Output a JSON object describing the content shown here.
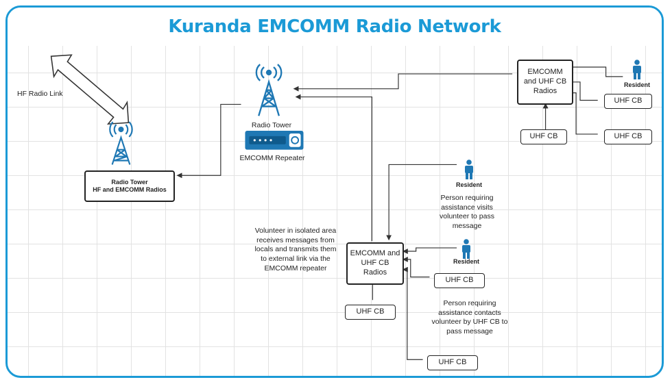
{
  "title": "Kuranda EMCOMM Radio Network",
  "colors": {
    "accent": "#1b9ad6",
    "repeater": "#1f78b4",
    "line": "#333333"
  },
  "hf_link_label": "HF Radio Link",
  "tower_left": {
    "line1": "Radio Tower",
    "line2": "HF and EMCOMM Radios"
  },
  "tower_mid": {
    "label": "Radio Tower",
    "repeater_label": "EMCOMM Repeater"
  },
  "station_top": {
    "label": "EMCOMM and UHF CB Radios"
  },
  "station_center": {
    "label": "EMCOMM and UHF CB Radios"
  },
  "resident_label": "Resident",
  "uhf_label": "UHF CB",
  "notes": {
    "volunteer": "Volunteer in isolated area receives messages from locals and transmits them to external link via the EMCOMM repeater",
    "visit": "Person requiring assistance visits volunteer to pass message",
    "contact": "Person requiring assistance contacts volunteer by UHF CB to pass message"
  }
}
